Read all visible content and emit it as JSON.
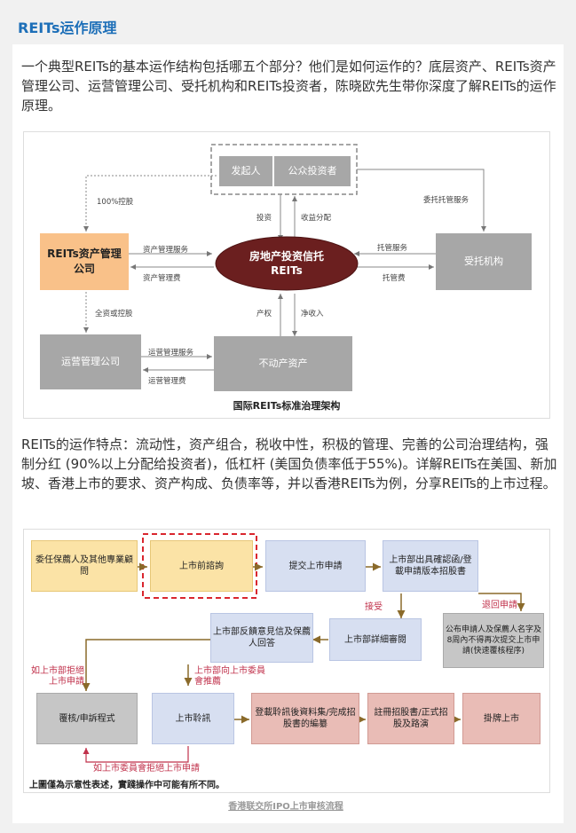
{
  "header": {
    "title": "REITs运作原理"
  },
  "intro": "一个典型REITs的基本运作结构包括哪五个部分？他们是如何运作的？底层资产、REITs资产管理公司、运营管理公司、受托机构和REITs投资者，陈晓欧先生带你深度了解REITs的运作原理。",
  "figure1": {
    "caption": "国际REITs标准治理架构",
    "boxes": {
      "sponsor": "发起人",
      "public_investor": "公众投资者",
      "asset_mgr": "REITs资产管理公司",
      "center": "房地产投资信托 REITs",
      "trustee": "受托机构",
      "operator": "运营管理公司",
      "real_estate": "不动产资产"
    },
    "labels": {
      "holding_100": "100%控股",
      "trust_service": "委托托管服务",
      "invest": "投资",
      "distribution": "收益分配",
      "asset_service": "资产管理服务",
      "asset_fee": "资产管理费",
      "custody_service": "托管服务",
      "custody_fee": "托管费",
      "full_holding": "全资或控股",
      "property_right": "产权",
      "net_income": "净收入",
      "op_service": "运营管理服务",
      "op_fee": "运营管理费"
    }
  },
  "features": "REITs的运作特点：流动性，资产组合，税收中性，积极的管理、完善的公司治理结构，强制分红 (90%以上分配给投资者)，低杠杆 (美国负债率低于55%)。详解REITs在美国、新加坡、香港上市的要求、资产构成、负债率等，并以香港REITs为例，分享REITs的上市过程。",
  "figure2": {
    "boxes": {
      "appoint": "委任保薦人及其他專業顧問",
      "pre_consult": "上市前諮詢",
      "submit": "提交上市申請",
      "issue_letter": "上市部出具確認函/登載申請版本招股書",
      "detail_review": "上市部詳細審閱",
      "feedback": "上市部反饋意見信及保薦人回答",
      "republish": "公布申請人及保薦人名字及8周內不得再次提交上市申請(快速覆核程序)",
      "review_appeal": "覆核/申訴程式",
      "hearing": "上市聆訊",
      "post_hearing": "登載聆訊後資料集/完成招股書的編纂",
      "register": "註冊招股書/正式招股及路演",
      "listing": "掛牌上市"
    },
    "labels": {
      "accept": "接受",
      "return": "退回申請",
      "committee_reject": "如上市部拒絕上市申請",
      "committee_recommend": "上市部向上市委員會推薦",
      "hearing_reject": "如上市委員會拒絕上市申請"
    },
    "note": "上圖僅為示意性表述，實踐操作中可能有所不同。",
    "caption": "香港联交所IPO上市审核流程"
  }
}
